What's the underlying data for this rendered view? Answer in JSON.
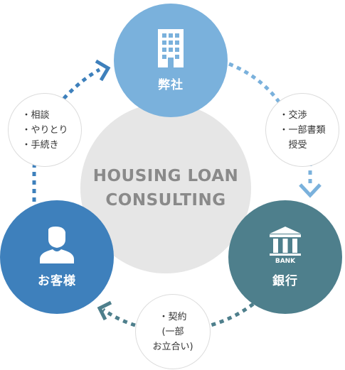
{
  "center": {
    "line1": "HOUSING LOAN",
    "line2": "CONSULTING"
  },
  "nodes": {
    "company": {
      "label": "弊社",
      "icon": "building-icon"
    },
    "bank": {
      "label": "銀行",
      "icon": "bank-icon",
      "icon_text": "BANK"
    },
    "customer": {
      "label": "お客様",
      "icon": "person-icon"
    }
  },
  "bubbles": {
    "customer_to_company": [
      "相談",
      "やりとり",
      "手続き"
    ],
    "company_to_bank": [
      "交渉",
      "一部書類",
      "授受"
    ],
    "bank_to_customer": [
      "契約",
      "(一部",
      "お立合い)"
    ]
  },
  "colors": {
    "company": "#7ab1dc",
    "bank": "#4e7f8c",
    "customer": "#3e80bc",
    "center": "#e6e6e6",
    "arrow_left": "#3e80bc",
    "arrow_right": "#7ab1dc",
    "arrow_bottom": "#4e7f8c"
  }
}
